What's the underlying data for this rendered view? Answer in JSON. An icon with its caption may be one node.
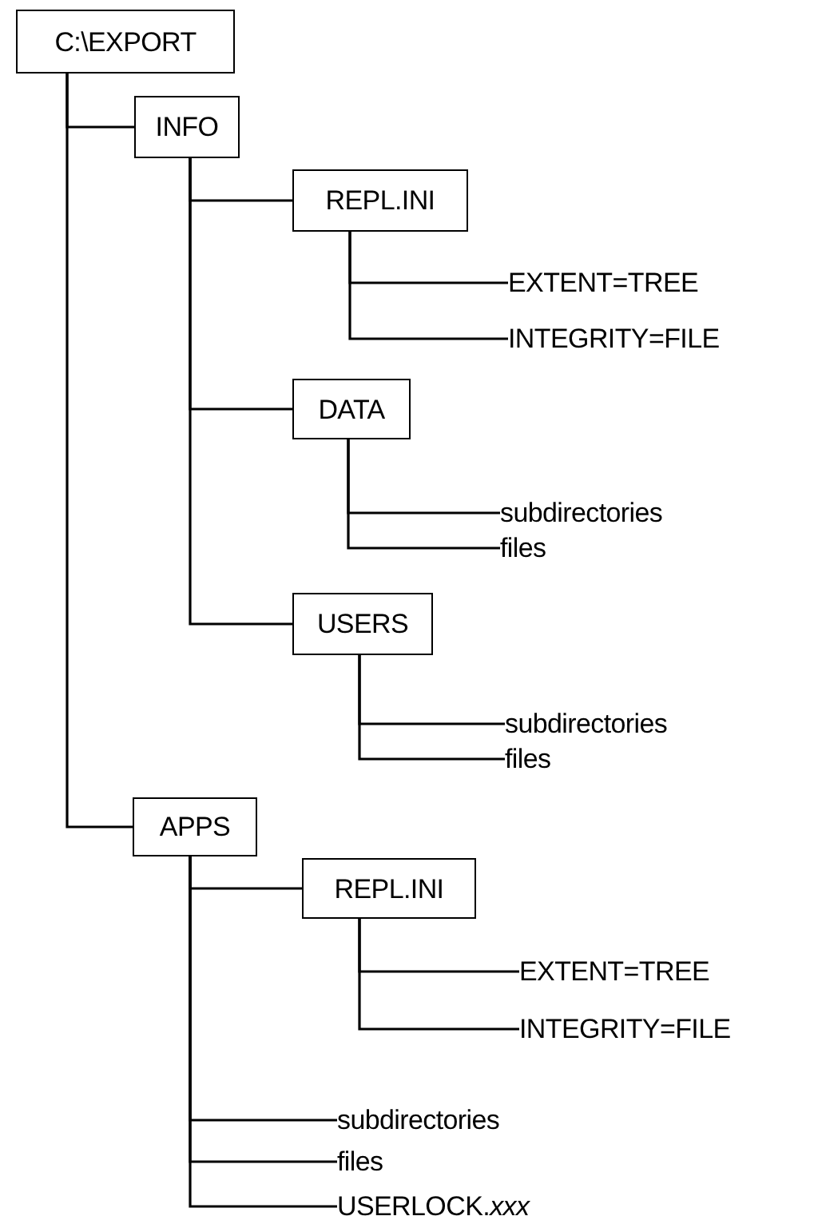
{
  "diagram": {
    "nodes": [
      {
        "text": [
          "C:\\EXPORT"
        ]
      },
      {
        "text": [
          "INFO"
        ]
      },
      {
        "text": [
          "REPL.INI"
        ]
      },
      {
        "text": [
          "EXTENT=TREE"
        ]
      },
      {
        "text": [
          "INTEGRITY=FILE"
        ]
      },
      {
        "text": [
          "DATA"
        ]
      },
      {
        "text": [
          "subdirectories"
        ]
      },
      {
        "text": [
          "files"
        ]
      },
      {
        "text": [
          "USERS"
        ]
      },
      {
        "text": [
          "subdirectories"
        ]
      },
      {
        "text": [
          "files"
        ]
      },
      {
        "text": [
          "APPS"
        ]
      },
      {
        "text": [
          "REPL.INI"
        ]
      },
      {
        "text": [
          "EXTENT=TREE"
        ]
      },
      {
        "text": [
          "INTEGRITY=FILE"
        ]
      },
      {
        "text": [
          "subdirectories"
        ]
      },
      {
        "text": [
          "files"
        ]
      },
      {
        "text": [
          "USERLOCK.*xxx*"
        ]
      }
    ],
    "edges": [
      {
        "from": 0,
        "to": 1,
        "arrow": "none"
      },
      {
        "from": 1,
        "to": 2,
        "arrow": "none"
      },
      {
        "from": 2,
        "to": 3,
        "arrow": "none"
      },
      {
        "from": 2,
        "to": 4,
        "arrow": "none"
      },
      {
        "from": 1,
        "to": 5,
        "arrow": "none"
      },
      {
        "from": 5,
        "to": 6,
        "arrow": "none"
      },
      {
        "from": 5,
        "to": 7,
        "arrow": "none"
      },
      {
        "from": 1,
        "to": 8,
        "arrow": "none"
      },
      {
        "from": 8,
        "to": 9,
        "arrow": "none"
      },
      {
        "from": 8,
        "to": 10,
        "arrow": "none"
      },
      {
        "from": 0,
        "to": 11,
        "arrow": "none"
      },
      {
        "from": 11,
        "to": 12,
        "arrow": "none"
      },
      {
        "from": 12,
        "to": 13,
        "arrow": "none"
      },
      {
        "from": 12,
        "to": 14,
        "arrow": "none"
      },
      {
        "from": 11,
        "to": 15,
        "arrow": "none"
      },
      {
        "from": 11,
        "to": 16,
        "arrow": "none"
      },
      {
        "from": 11,
        "to": 17,
        "arrow": "none"
      }
    ]
  }
}
